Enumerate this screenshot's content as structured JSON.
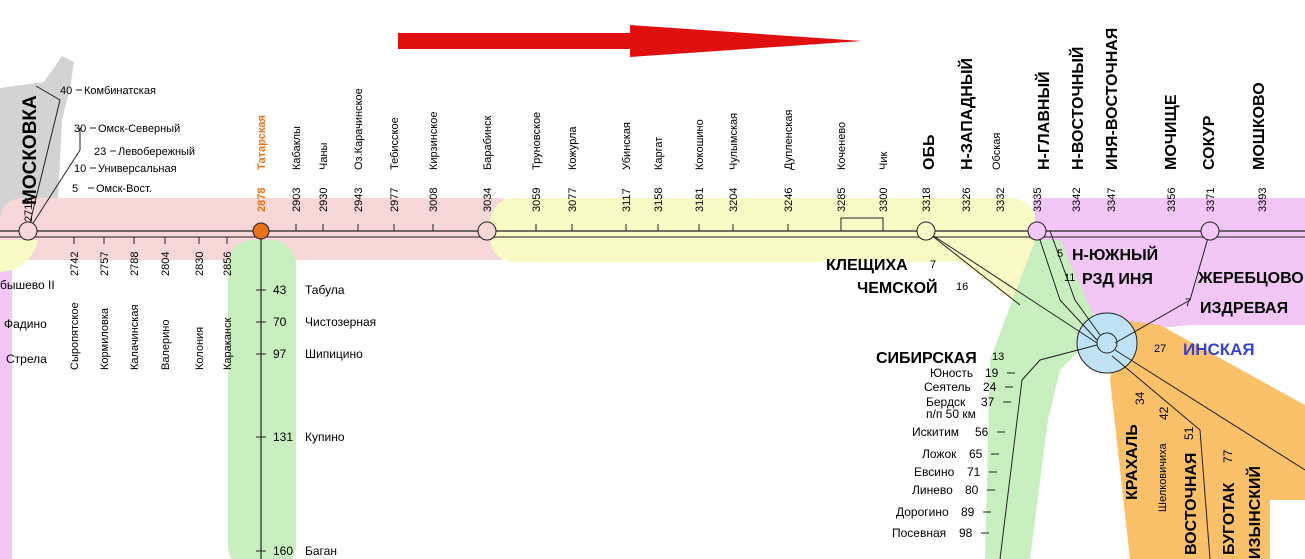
{
  "colors": {
    "pink_zone": "#f8d7d9",
    "yellow_zone": "#fafac7",
    "green_zone": "#c9efc0",
    "violet_zone": "#f2c6f5",
    "orange_zone": "#fbc06a",
    "gray_zone": "#d3d3d3",
    "blue_node": "#bfe3f5",
    "arrow": "#e01010",
    "highlight_station": "#e8731a",
    "highlight_text": "#3a43c8"
  },
  "direction_arrow": "arrow-right-icon",
  "omsk_branch": {
    "junction_label": "МОСКОВКА",
    "junction_km": "2718",
    "stations": [
      {
        "km": "40",
        "name": "Комбинатская"
      },
      {
        "km": "30",
        "name": "Омск-Северный"
      },
      {
        "km": "23",
        "name": "Левобережный"
      },
      {
        "km": "10",
        "name": "Универсальная"
      },
      {
        "km": "5",
        "name": "Омск-Вост."
      }
    ]
  },
  "top_stations": [
    {
      "name": "Татарская",
      "km": "2878"
    },
    {
      "name": "Кабаклы",
      "km": "2903"
    },
    {
      "name": "Чаны",
      "km": "2930"
    },
    {
      "name": "Оз.Карачинское",
      "km": "2943"
    },
    {
      "name": "Тебисское",
      "km": "2977"
    },
    {
      "name": "Кирзинское",
      "km": "3008"
    },
    {
      "name": "Барабинск",
      "km": "3034"
    },
    {
      "name": "Труновское",
      "km": "3059"
    },
    {
      "name": "Кожурла",
      "km": "3077"
    },
    {
      "name": "Убинская",
      "km": "3117"
    },
    {
      "name": "Каргат",
      "km": "3158"
    },
    {
      "name": "Кокошино",
      "km": "3181"
    },
    {
      "name": "Чулымская",
      "km": "3204"
    },
    {
      "name": "Дупленская",
      "km": "3246"
    },
    {
      "name": "Коченево",
      "km": "3285"
    },
    {
      "name": "Чик",
      "km": "3300"
    }
  ],
  "bottom_stations": [
    {
      "name": "Сыропятское",
      "km": "2742"
    },
    {
      "name": "Кормиловка",
      "km": "2757"
    },
    {
      "name": "Калачинская",
      "km": "2788"
    },
    {
      "name": "Валерино",
      "km": "2804"
    },
    {
      "name": "Колония",
      "km": "2830"
    },
    {
      "name": "Караканск",
      "km": "2856"
    }
  ],
  "left_edge": {
    "partial": "бышево II",
    "fadino": "Фадино",
    "strela": "Стрела"
  },
  "kulunda_branch": [
    {
      "km": "43",
      "name": "Табула"
    },
    {
      "km": "70",
      "name": "Чистозерная"
    },
    {
      "km": "97",
      "name": "Шипицино"
    },
    {
      "km": "131",
      "name": "Купино"
    },
    {
      "km": "160",
      "name": "Баган"
    }
  ],
  "novosibirsk": {
    "big_labels": [
      "ОБЬ",
      "Н-ЗАПАДНЫЙ",
      "Н-ГЛАВНЫЙ",
      "Н-ВОСТОЧНЫЙ",
      "ИНЯ-ВОСТОЧНАЯ",
      "МОЧИЩЕ",
      "СОКУР",
      "МОШКОВО"
    ],
    "small_label_obskaya": "Обская",
    "top_km": [
      "3318",
      "3326",
      "3332",
      "3335",
      "3342",
      "3347",
      "3356",
      "3371",
      "3393"
    ],
    "kleshchikha": "КЛЕЩИХА",
    "kleshchikha_km": "7",
    "chemskoy": "ЧЕМСКОЙ",
    "chemskoy_km": "16",
    "n_yuzhny": "Н-ЮЖНЫЙ",
    "n_yuzhny_km": "5",
    "rzd_inya": "РЗД ИНЯ",
    "rzd_inya_km": "11",
    "zherebtsovo": "ЖЕРЕБЦОВО",
    "izdrevaya": "ИЗДРЕВАЯ",
    "izdrevaya_km": "7",
    "inskaya": "ИНСКАЯ",
    "inskaya_km": "27",
    "sibirskaya": "СИБИРСКАЯ",
    "sibirskaya_km": "13"
  },
  "south_branch": [
    {
      "name": "Юность",
      "km": "19"
    },
    {
      "name": "Сеятель",
      "km": "24"
    },
    {
      "name": "Бердск",
      "km": "37"
    },
    {
      "name": "п/п 50 км",
      "km": ""
    },
    {
      "name": "Искитим",
      "km": "56"
    },
    {
      "name": "Ложок",
      "km": "65"
    },
    {
      "name": "Евсино",
      "km": "71"
    },
    {
      "name": "Линево",
      "km": "80"
    },
    {
      "name": "Дорогино",
      "km": "89"
    },
    {
      "name": "Посевная",
      "km": "98"
    }
  ],
  "southeast_branch": [
    {
      "name": "КРАХАЛЬ",
      "km": "34"
    },
    {
      "name": "Шелковичиха",
      "km": "42"
    },
    {
      "name": "ВОСТОЧНАЯ",
      "km": "51"
    },
    {
      "name": "БУГОТАК",
      "km": "77"
    },
    {
      "name": "ИЗЫНСКИЙ",
      "km": ""
    }
  ]
}
